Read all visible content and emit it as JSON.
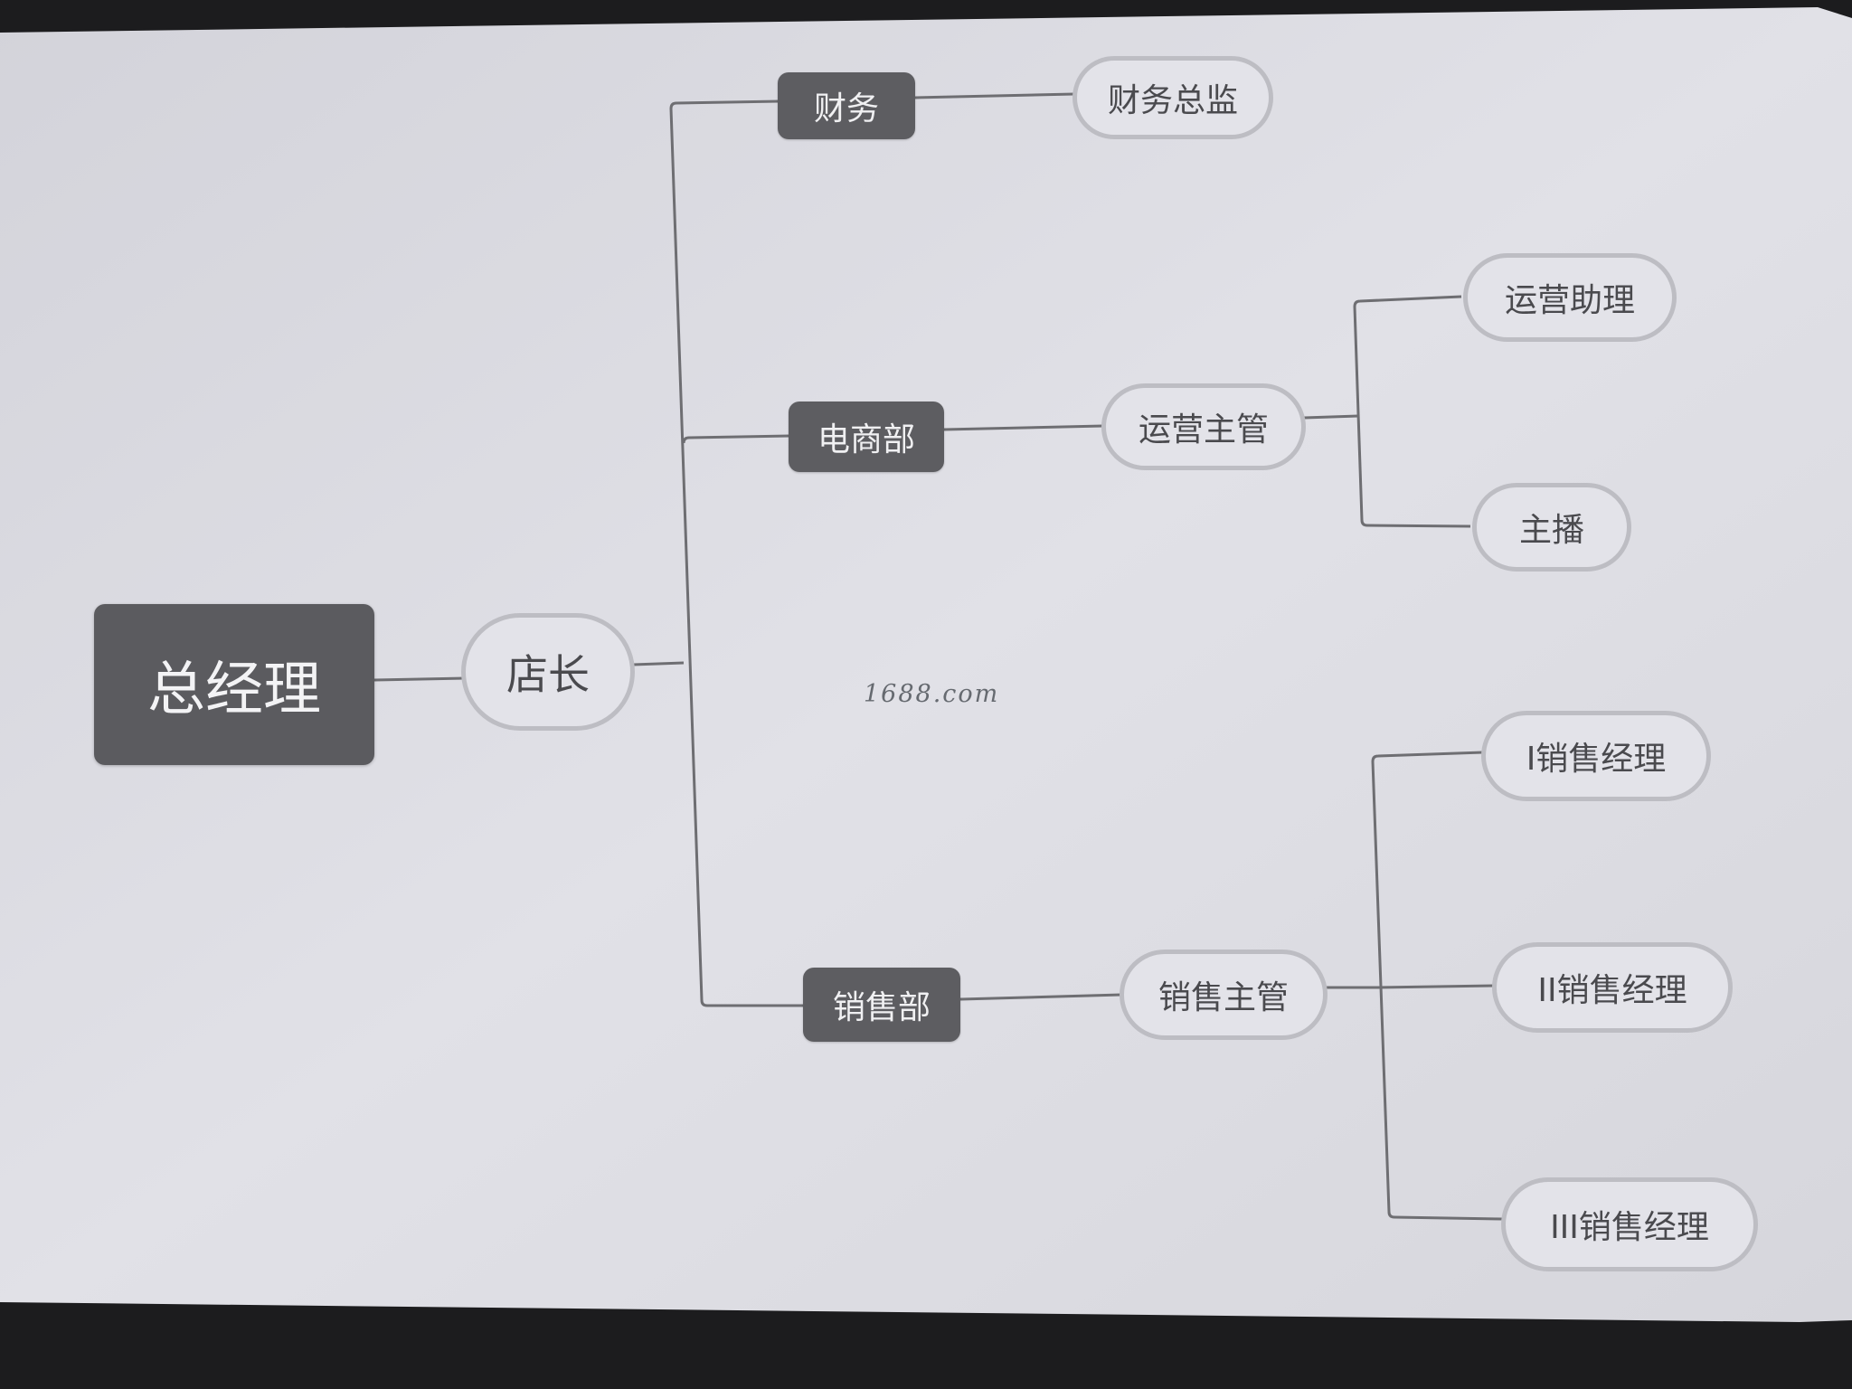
{
  "diagram": {
    "root": {
      "label": "总经理"
    },
    "store_manager": {
      "label": "店长"
    },
    "departments": {
      "finance": {
        "label": "财务",
        "child": "财务总监"
      },
      "ecommerce": {
        "label": "电商部",
        "supervisor": "运营主管",
        "children": [
          "运营助理",
          "主播"
        ]
      },
      "sales": {
        "label": "销售部",
        "supervisor": "销售主管",
        "children": [
          "I销售经理",
          "II销售经理",
          "III销售经理"
        ]
      }
    }
  },
  "watermark": "1688.com",
  "colors": {
    "paper": "#dcdce2",
    "dark_node": "#5b5b5f",
    "pill_fill": "#e3e3e9",
    "pill_border": "#bdbdc3",
    "connector": "#6e6e72"
  }
}
